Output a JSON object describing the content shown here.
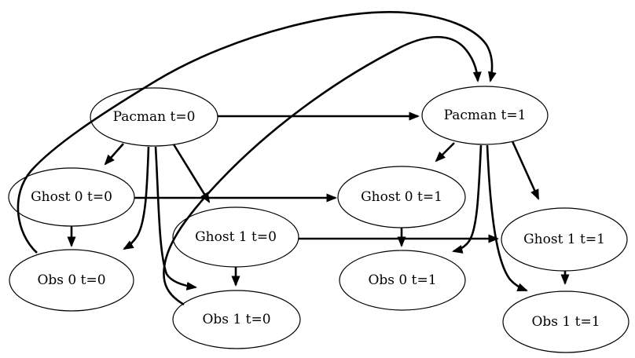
{
  "diagram": {
    "type": "dynamic-bayes-net",
    "background_color": "#ffffff",
    "stroke_color": "#000000",
    "nodes": [
      {
        "id": "pacman-t0",
        "label": "Pacman t=0"
      },
      {
        "id": "pacman-t1",
        "label": "Pacman t=1"
      },
      {
        "id": "ghost0-t0",
        "label": "Ghost 0 t=0"
      },
      {
        "id": "ghost0-t1",
        "label": "Ghost 0 t=1"
      },
      {
        "id": "ghost1-t0",
        "label": "Ghost 1 t=0"
      },
      {
        "id": "ghost1-t1",
        "label": "Ghost 1 t=1"
      },
      {
        "id": "obs0-t0",
        "label": "Obs 0 t=0"
      },
      {
        "id": "obs0-t1",
        "label": "Obs 0 t=1"
      },
      {
        "id": "obs1-t0",
        "label": "Obs 1 t=0"
      },
      {
        "id": "obs1-t1",
        "label": "Obs 1 t=1"
      }
    ],
    "edges": [
      {
        "from": "pacman-t0",
        "to": "ghost0-t0"
      },
      {
        "from": "pacman-t0",
        "to": "ghost1-t0"
      },
      {
        "from": "pacman-t0",
        "to": "obs0-t0"
      },
      {
        "from": "pacman-t0",
        "to": "obs1-t0"
      },
      {
        "from": "pacman-t0",
        "to": "pacman-t1"
      },
      {
        "from": "ghost0-t0",
        "to": "obs0-t0"
      },
      {
        "from": "ghost1-t0",
        "to": "obs1-t0"
      },
      {
        "from": "ghost0-t0",
        "to": "ghost0-t1"
      },
      {
        "from": "ghost1-t0",
        "to": "ghost1-t1"
      },
      {
        "from": "obs0-t0",
        "to": "pacman-t1"
      },
      {
        "from": "obs1-t0",
        "to": "pacman-t1"
      },
      {
        "from": "pacman-t1",
        "to": "ghost0-t1"
      },
      {
        "from": "pacman-t1",
        "to": "ghost1-t1"
      },
      {
        "from": "pacman-t1",
        "to": "obs0-t1"
      },
      {
        "from": "pacman-t1",
        "to": "obs1-t1"
      },
      {
        "from": "ghost0-t1",
        "to": "obs0-t1"
      },
      {
        "from": "ghost1-t1",
        "to": "obs1-t1"
      }
    ]
  }
}
